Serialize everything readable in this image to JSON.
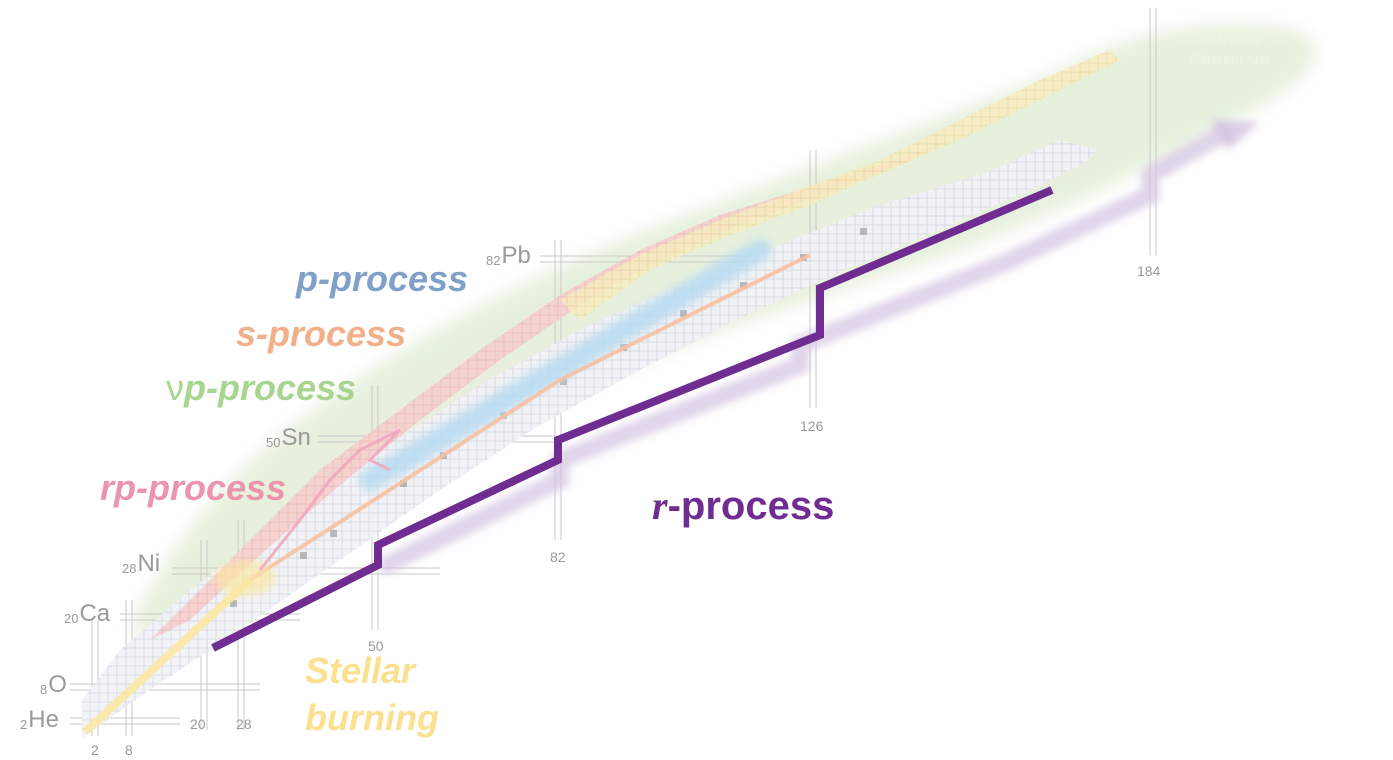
{
  "processes": {
    "p_process": "p-process",
    "s_process": "s-process",
    "vp_prefix": "ν",
    "vp_main": "p-process",
    "rp_process": "rp-process",
    "stellar_line1": "Stellar",
    "stellar_line2": "burning"
  },
  "r_process": {
    "r": "r",
    "suffix": "-process"
  },
  "elements": [
    {
      "z": "82",
      "symbol": "Pb"
    },
    {
      "z": "50",
      "symbol": "Sn"
    },
    {
      "z": "28",
      "symbol": "Ni"
    },
    {
      "z": "20",
      "symbol": "Ca"
    },
    {
      "z": "8",
      "symbol": "O"
    },
    {
      "z": "2",
      "symbol": "He"
    }
  ],
  "neutron_magic": [
    "2",
    "8",
    "20",
    "28",
    "50",
    "82",
    "126",
    "184"
  ],
  "copyright": {
    "line1": "© EMMI 2012",
    "line2": "Different Arts"
  },
  "colors": {
    "r_process": "#6f2c91",
    "p_process": "#7fa0c8",
    "s_process": "#f2b08a",
    "vp_process": "#a8d58f",
    "rp_process": "#ec94ad",
    "stellar": "#fbe08f",
    "rp_band": "#f6b3b3",
    "stable_band": "#e6e8ef",
    "green_halo": "#dcebcf"
  }
}
